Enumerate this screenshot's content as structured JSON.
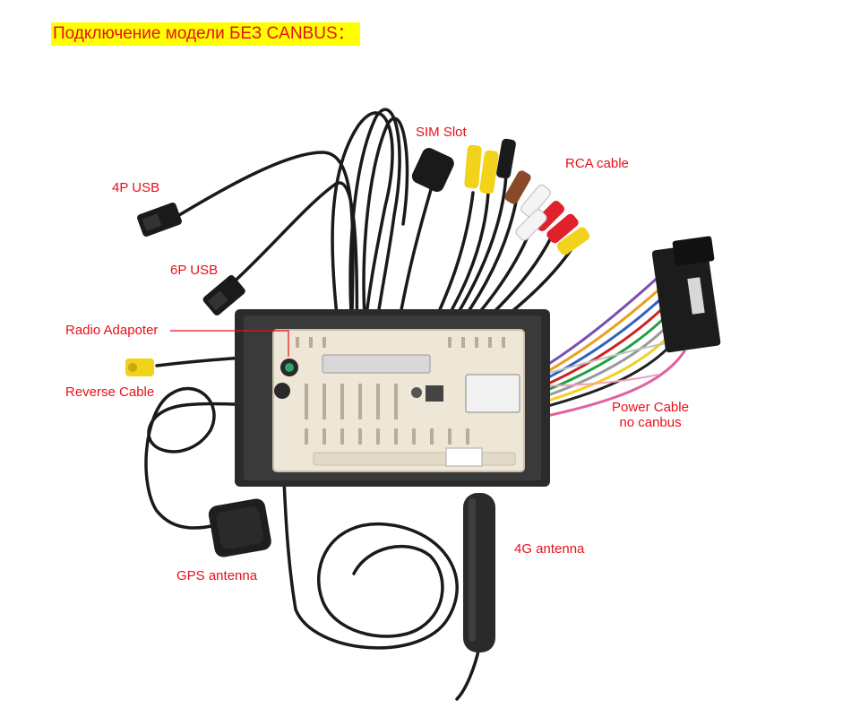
{
  "heading": "Подключение модели БЕЗ CANBUS：",
  "labels": {
    "sim_slot": "SIM Slot",
    "rca_cable": "RCA cable",
    "usb_4p": "4P USB",
    "usb_6p": "6P USB",
    "radio_adapter": "Radio Adapoter",
    "reverse_cable": "Reverse Cable",
    "power_cable_line1": "Power Cable",
    "power_cable_line2": "no canbus",
    "antenna_4g": "4G antenna",
    "gps_antenna": "GPS antenna"
  },
  "colors": {
    "label_text": "#e8101a",
    "heading_bg": "#ffff00",
    "head_unit_frame": "#2b2b2b",
    "head_unit_body": "#eee6d6",
    "cable": "#1a1a1a",
    "rca_yellow": "#f2d21a",
    "rca_white": "#f4f4f4",
    "rca_red": "#e0202a",
    "rca_brown": "#8a4a2a"
  },
  "part_icons": [
    "head-unit",
    "usb-connector",
    "rca-connector",
    "sim-module",
    "gps-antenna-puck",
    "lte-antenna-stick",
    "power-harness"
  ]
}
